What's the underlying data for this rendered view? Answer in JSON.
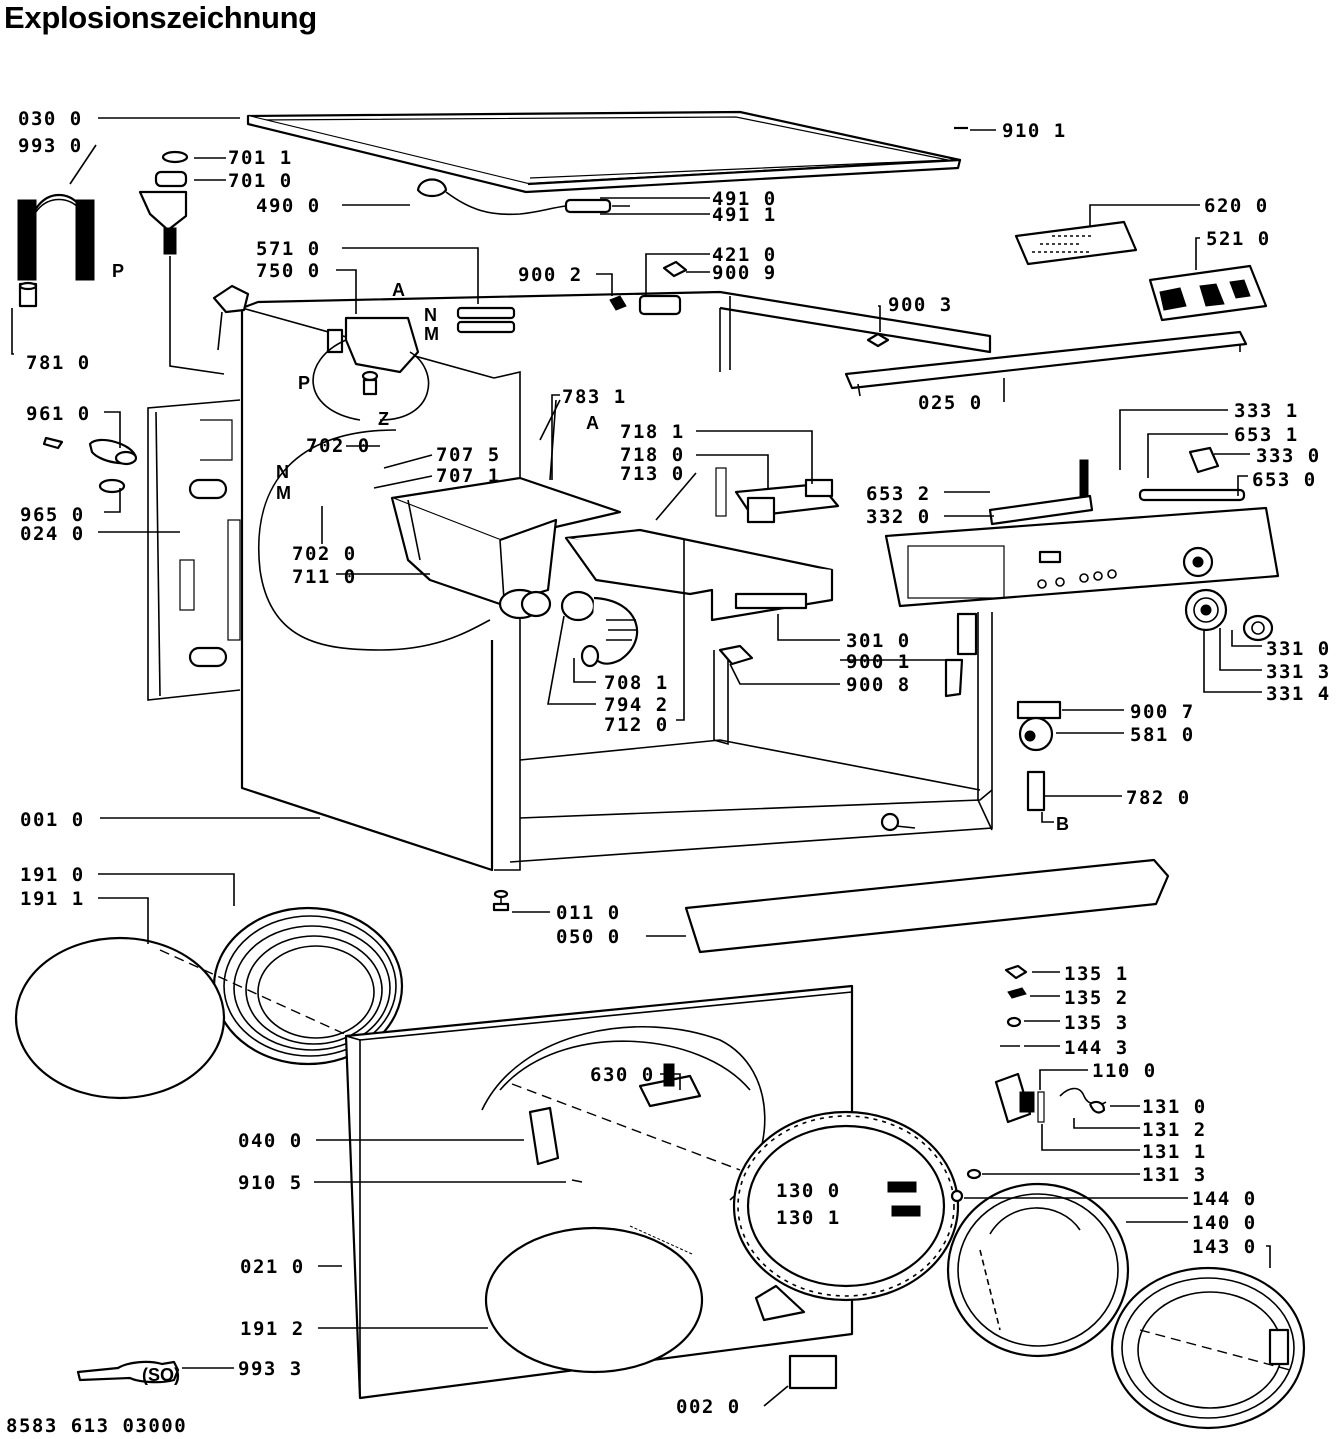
{
  "title": "Explosionszeichnung",
  "drawing_number": "8583 613 03000",
  "part_labels": [
    "030 0",
    "993 0",
    "701 1",
    "701 0",
    "490 0",
    "491 0",
    "491 1",
    "910 1",
    "620 0",
    "521 0",
    "571 0",
    "750 0",
    "421 0",
    "900 9",
    "900 2",
    "900 3",
    "025 0",
    "781 0",
    "961 0",
    "783 1",
    "702 0",
    "707 5",
    "707 1",
    "718 1",
    "718 0",
    "713 0",
    "333 1",
    "653 1",
    "333 0",
    "653 0",
    "653 2",
    "332 0",
    "965 0",
    "024 0",
    "702 0",
    "711 0",
    "301 0",
    "900 1",
    "900 8",
    "331 0",
    "331 3",
    "331 4",
    "708 1",
    "794 2",
    "712 0",
    "900 7",
    "581 0",
    "782 0",
    "001 0",
    "191 0",
    "191 1",
    "011 0",
    "050 0",
    "135 1",
    "135 2",
    "135 3",
    "144 3",
    "110 0",
    "131 0",
    "131 2",
    "131 1",
    "131 3",
    "630 0",
    "040 0",
    "910 5",
    "130 0",
    "130 1",
    "144 0",
    "140 0",
    "143 0",
    "021 0",
    "191 2",
    "993 3",
    "002 0"
  ],
  "letter_markers": [
    "P",
    "A",
    "N",
    "M",
    "P",
    "Z",
    "A",
    "N",
    "M",
    "B"
  ]
}
